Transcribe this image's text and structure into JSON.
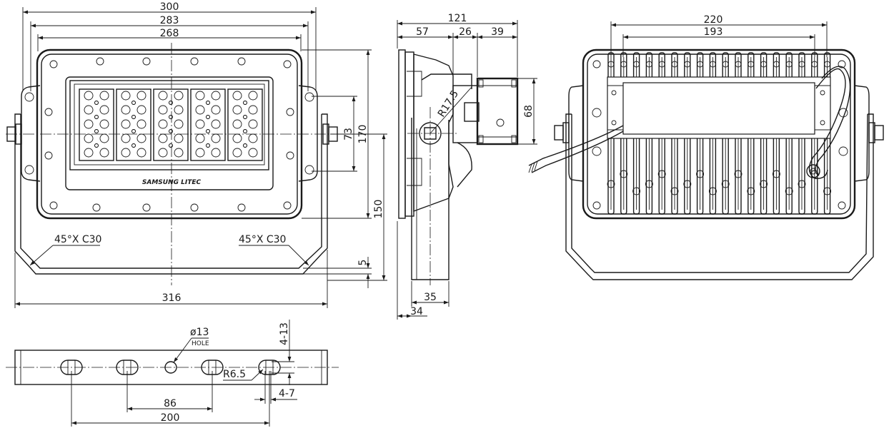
{
  "brand": "SAMSUNG LITEC",
  "front_view": {
    "dims": {
      "overall_width": "300",
      "mount_width": "283",
      "body_width": "268",
      "bracket_width": "316",
      "led_height": "73",
      "body_height": "170",
      "bracket_drop": "150",
      "bracket_thickness": "5",
      "chamfer_left": "45°X C30",
      "chamfer_right": "45°X C30"
    }
  },
  "side_view": {
    "dims": {
      "total_depth": "121",
      "front_depth": "57",
      "neck_depth": "26",
      "box_depth": "39",
      "box_height": "68",
      "radius": "R17.5",
      "arm_width": "35",
      "arm_offset": "34"
    }
  },
  "rear_view": {
    "dims": {
      "fin_span": "220",
      "driver_width": "193"
    }
  },
  "bracket_strip": {
    "dims": {
      "hole": "ø13",
      "hole_label": "HOLE",
      "slot_size": "4-13",
      "slot_radius": "R6.5",
      "slot_count": "4-7",
      "pitch": "86",
      "span": "200"
    }
  }
}
